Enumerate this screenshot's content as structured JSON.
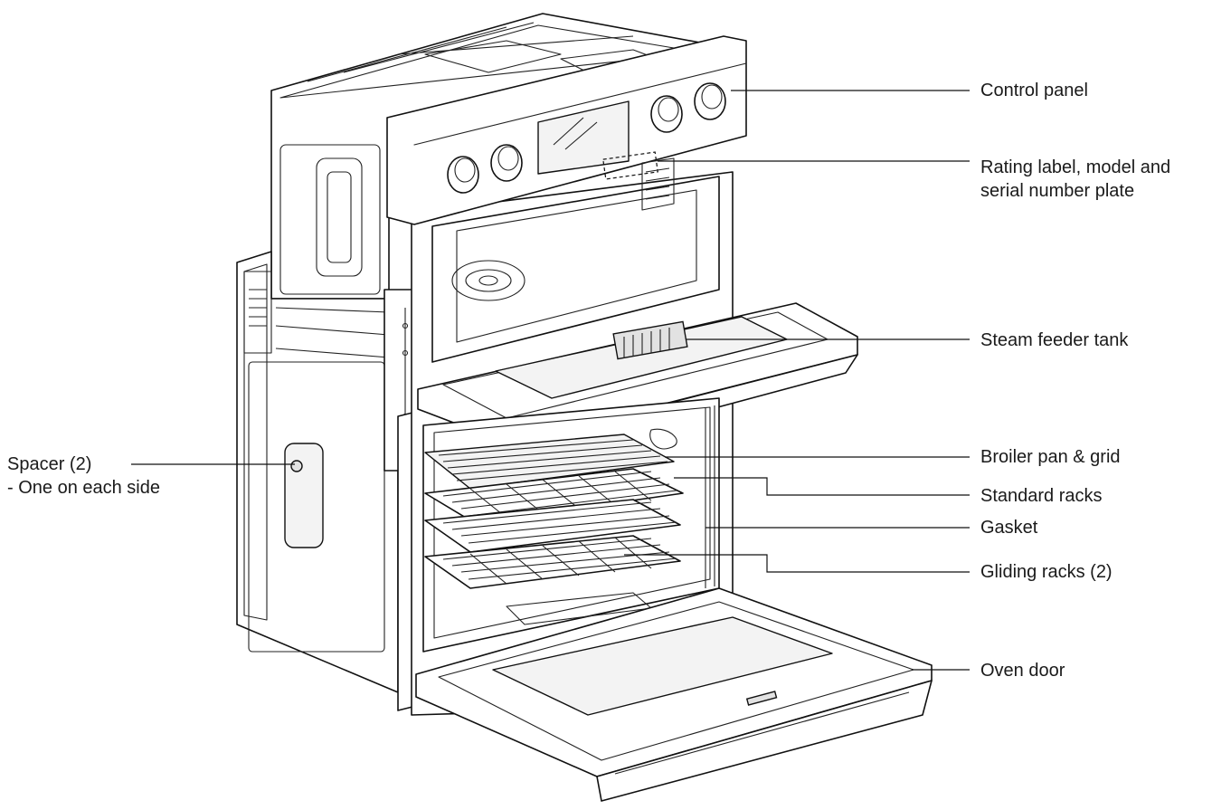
{
  "labels": {
    "control_panel": "Control panel",
    "rating_label_line1": "Rating label, model and",
    "rating_label_line2": "serial number plate",
    "steam_feeder_tank": "Steam feeder tank",
    "broiler_pan_grid": "Broiler pan & grid",
    "standard_racks": "Standard racks",
    "gasket": "Gasket",
    "gliding_racks": "Gliding racks (2)",
    "oven_door": "Oven door",
    "spacer_line1": "Spacer (2)",
    "spacer_line2": "- One on each side"
  }
}
